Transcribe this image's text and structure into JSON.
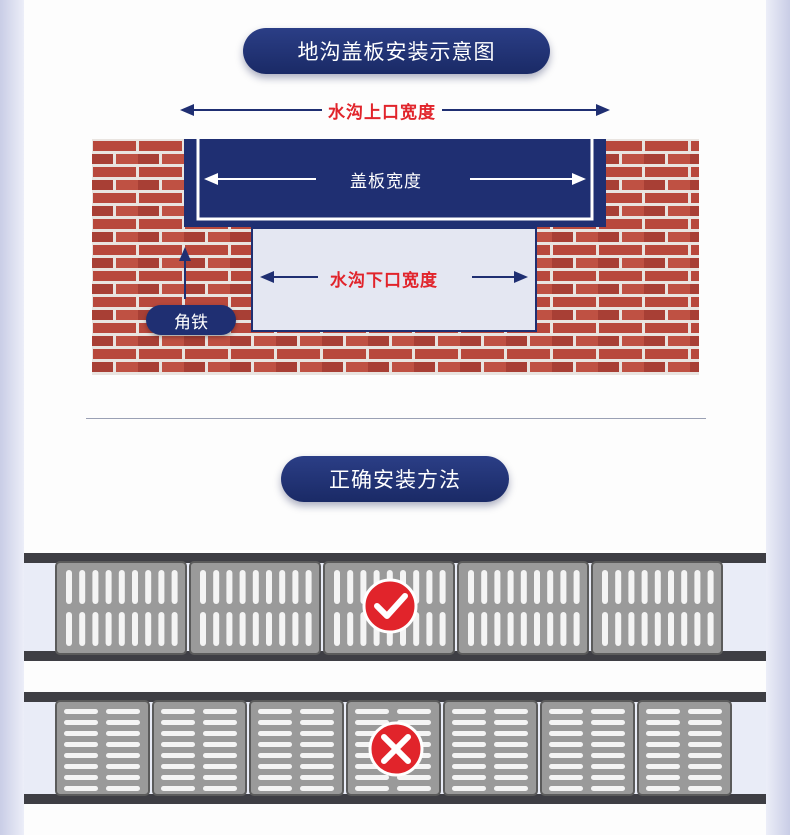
{
  "diagram": {
    "title": "地沟盖板安装示意图",
    "top_width_label": "水沟上口宽度",
    "cover_width_label": "盖板宽度",
    "bottom_width_label": "水沟下口宽度",
    "angle_iron_label": "角铁"
  },
  "method": {
    "title": "正确安装方法",
    "correct_icon": "check-icon",
    "wrong_icon": "cross-icon"
  },
  "colors": {
    "navy": "#1f2f72",
    "brick": "#b8483c",
    "mortar": "#e9e4e0",
    "red": "#e1242b",
    "grate": "#9a9a9a",
    "rail": "#3e3e44"
  }
}
